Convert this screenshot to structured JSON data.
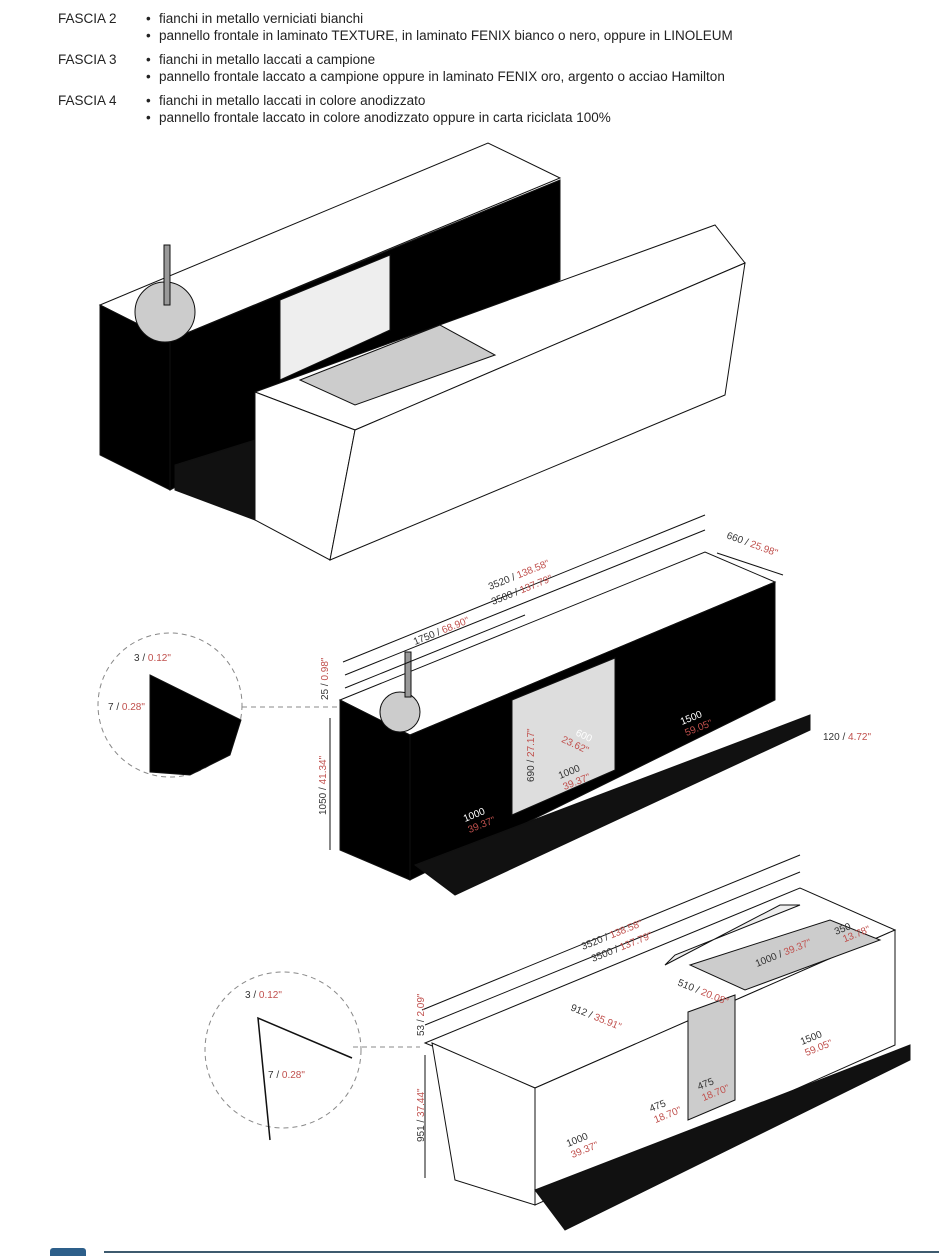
{
  "specs": [
    {
      "label": "FASCIA 2",
      "items": [
        "fianchi in metallo verniciati bianchi",
        "pannello frontale in laminato TEXTURE, in laminato FENIX bianco o nero, oppure in LINOLEUM"
      ]
    },
    {
      "label": "FASCIA 3",
      "items": [
        "fianchi in metallo laccati a campione",
        "pannello frontale laccato a campione oppure in laminato FENIX oro, argento o acciao Hamilton"
      ]
    },
    {
      "label": "FASCIA 4",
      "items": [
        "fianchi in metallo laccati in colore anodizzato",
        "pannello frontale laccato in colore anodizzato oppure in carta riciclata 100%"
      ]
    }
  ],
  "drawing2": {
    "total_length": {
      "mm": "3520 /",
      "in": "138.58\""
    },
    "body_length": {
      "mm": "3500 /",
      "in": "137.79\""
    },
    "half_length": {
      "mm": "1750 /",
      "in": "68.90\""
    },
    "depth": {
      "mm": "660 /",
      "in": "25.98\""
    },
    "top_thickness": {
      "mm": "25 /",
      "in": "0.98\""
    },
    "height": {
      "mm": "1050 /",
      "in": "41.34\""
    },
    "footrest_height": {
      "mm": "120 /",
      "in": "4.72\""
    },
    "niche_depth": {
      "mm": "600",
      "in": "23.62\""
    },
    "niche_height": {
      "mm": "690 /",
      "in": "27.17\""
    },
    "niche_width": {
      "mm": "1000",
      "in": "39.37\""
    },
    "left_module": {
      "mm": "1000",
      "in": "39.37\""
    },
    "right_module": {
      "mm": "1500",
      "in": "59.05\""
    },
    "detail": {
      "gap": {
        "mm": "3 /",
        "in": "0.12\""
      },
      "screw": {
        "mm": "7 /",
        "in": "0.28\""
      }
    }
  },
  "drawing3": {
    "total_length": {
      "mm": "3520 /",
      "in": "138.58\""
    },
    "body_length": {
      "mm": "3500 /",
      "in": "137.79\""
    },
    "top_thickness": {
      "mm": "53 /",
      "in": "2.09\""
    },
    "height": {
      "mm": "951 /",
      "in": "37.44\""
    },
    "open_depth": {
      "mm": "912 /",
      "in": "35.91\""
    },
    "well_length": {
      "mm": "1000 /",
      "in": "39.37\""
    },
    "well_depth": {
      "mm": "510 /",
      "in": "20.08\""
    },
    "well_width": {
      "mm": "350",
      "in": "13.78\""
    },
    "shelf_module": {
      "mm": "1000",
      "in": "39.37\""
    },
    "mid_module": {
      "mm": "475",
      "in": "18.70\""
    },
    "door_module": {
      "mm": "475",
      "in": "18.70\""
    },
    "right_module": {
      "mm": "1500",
      "in": "59.05\""
    },
    "detail": {
      "gap": {
        "mm": "3 /",
        "in": "0.12\""
      },
      "screw": {
        "mm": "7 /",
        "in": "0.28\""
      }
    }
  },
  "colors": {
    "dimension_inches": "#c0504d",
    "footer_accent": "#2d5f8a"
  }
}
